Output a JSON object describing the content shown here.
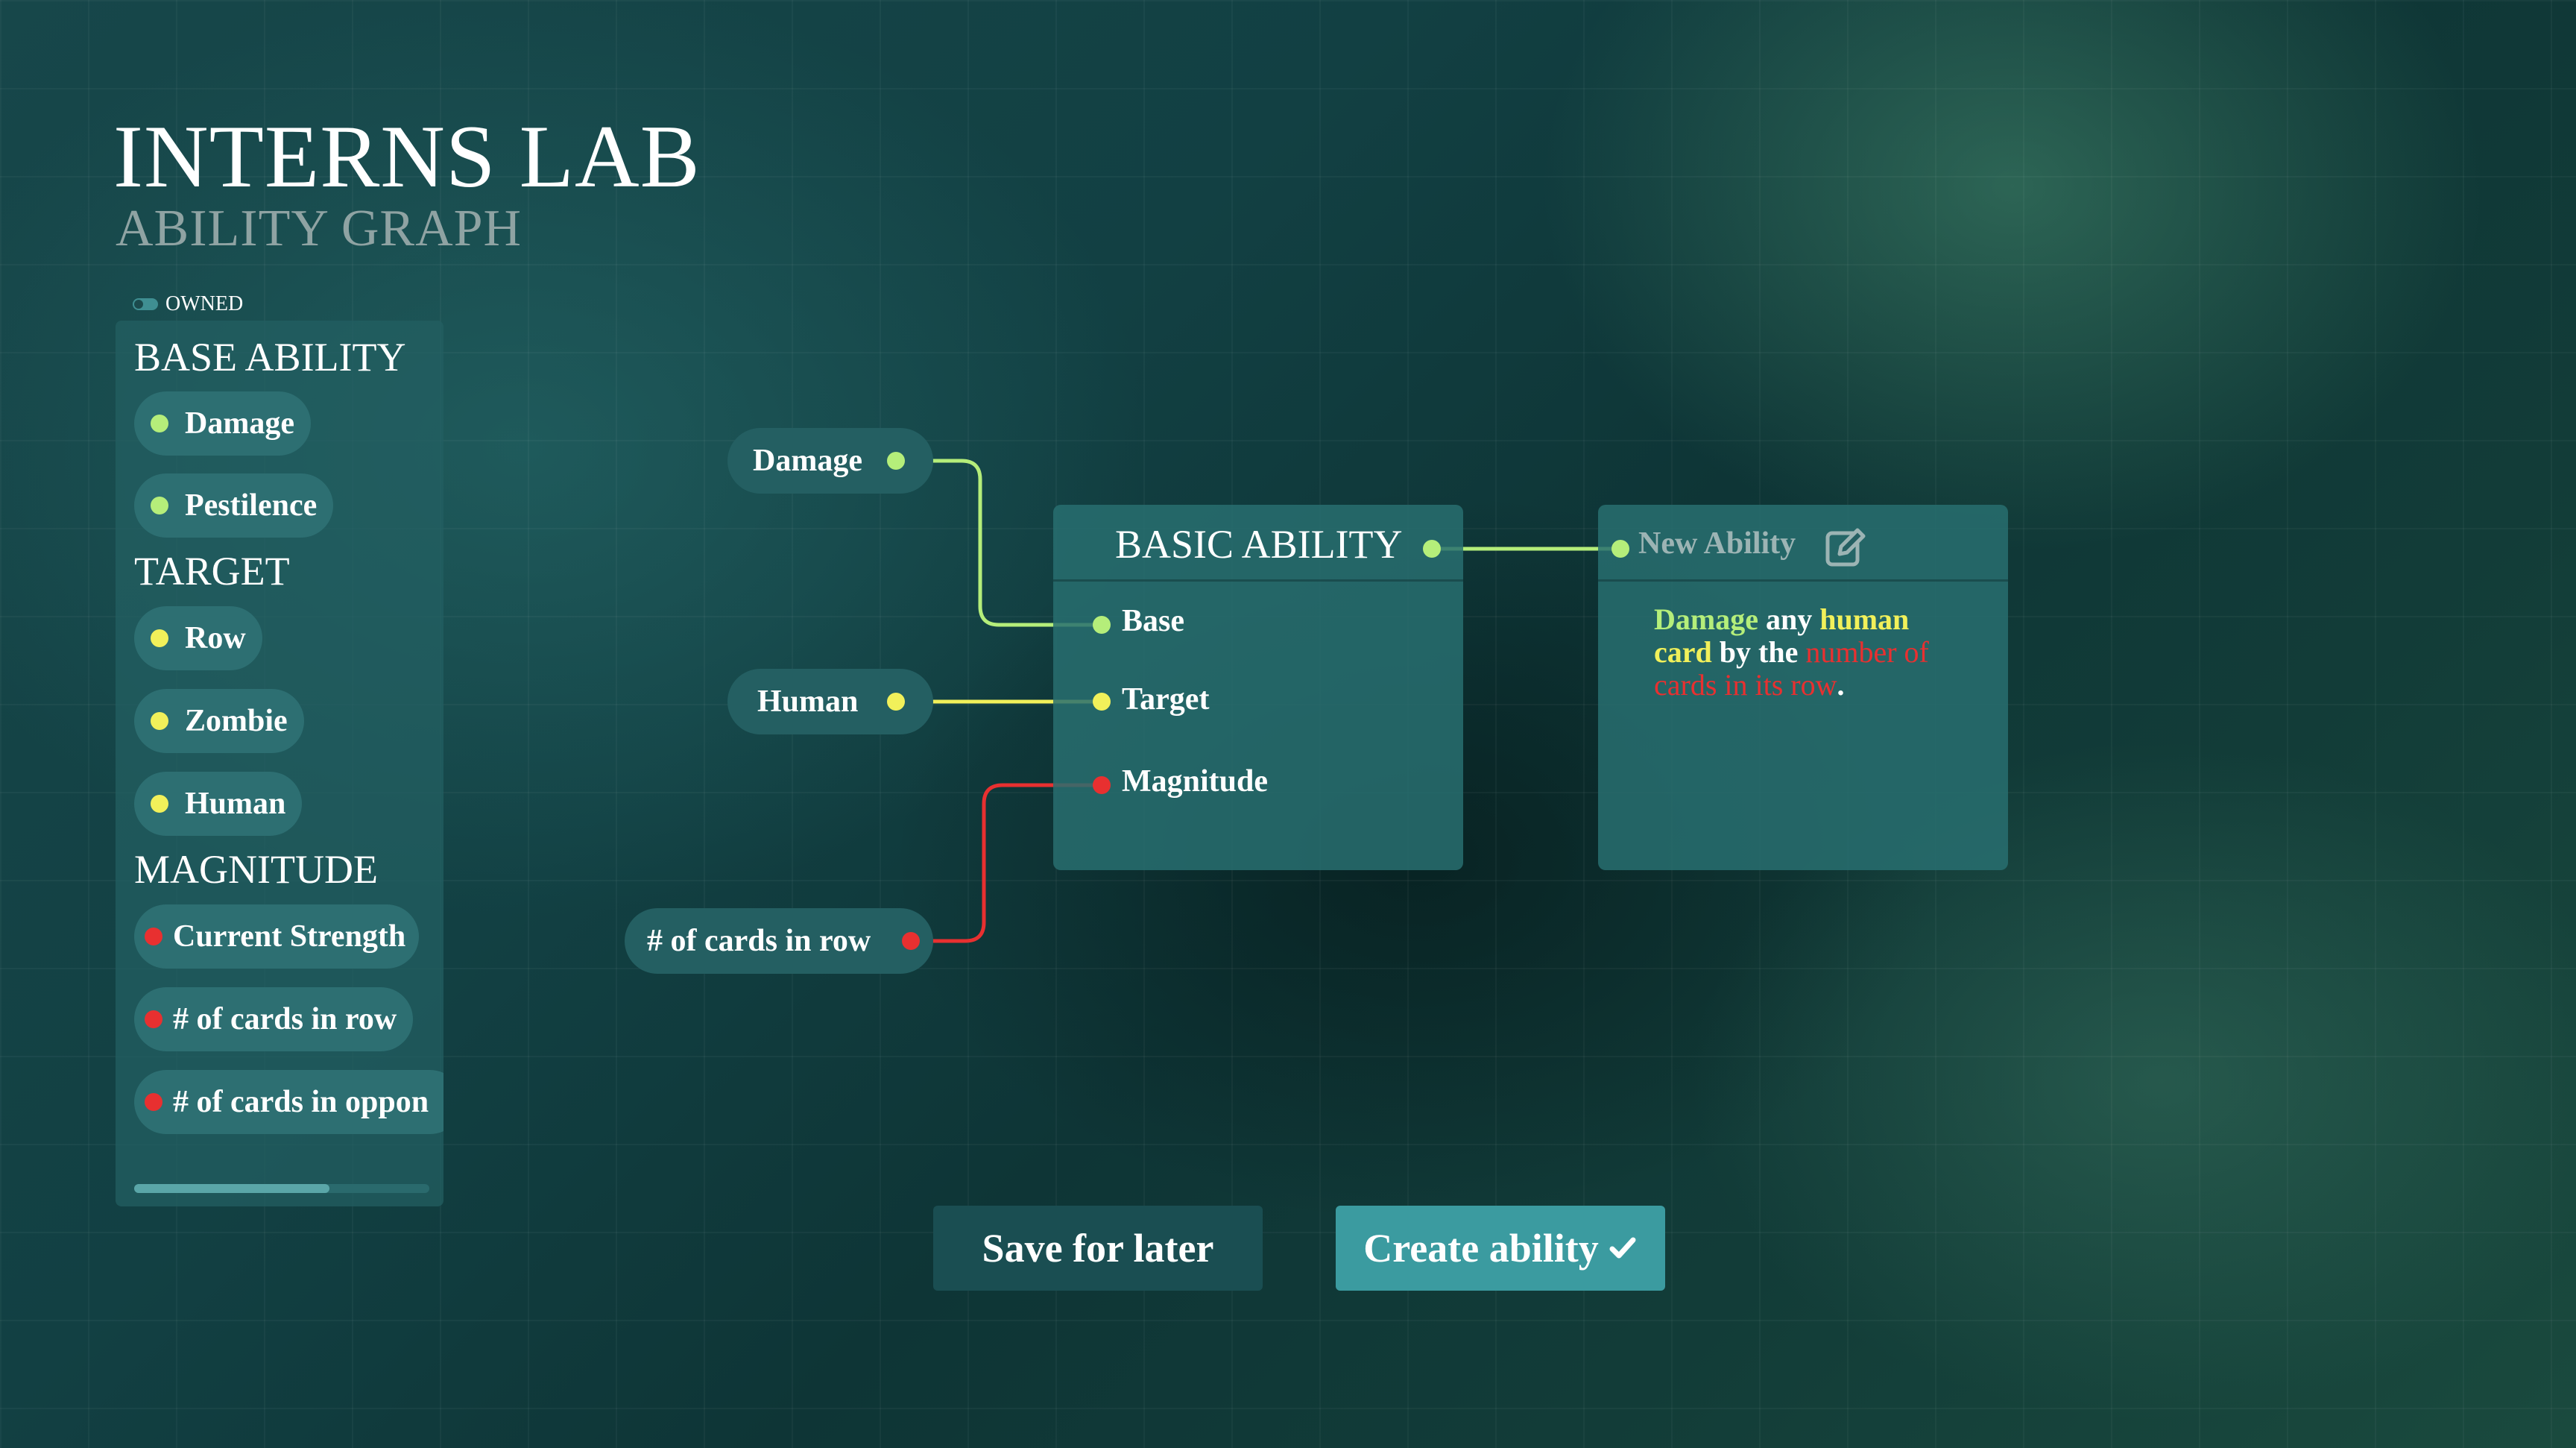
{
  "header": {
    "title": "INTERNS LAB",
    "subtitle": "ABILITY GRAPH"
  },
  "filter": {
    "owned_label": "OWNED",
    "owned_toggle_on": true
  },
  "palette": {
    "sections": [
      {
        "heading": "BASE ABILITY",
        "color": "#b5ee7a",
        "items": [
          "Damage",
          "Pestilence"
        ]
      },
      {
        "heading": "TARGET",
        "color": "#f1f05a",
        "items": [
          "Row",
          "Zombie",
          "Human"
        ]
      },
      {
        "heading": "MAGNITUDE",
        "color": "#e83030",
        "items": [
          "Current Strength",
          "# of cards in row",
          "# of cards in oppon"
        ]
      }
    ]
  },
  "graph": {
    "input_nodes": {
      "base": "Damage",
      "target": "Human",
      "magnitude": "# of cards in row"
    },
    "basic_ability": {
      "title": "BASIC ABILITY",
      "ports": {
        "base": "Base",
        "target": "Target",
        "magnitude": "Magnitude"
      }
    },
    "output": {
      "name": "New Ability",
      "edit_icon": "pencil-square-icon",
      "description": {
        "part1": "Damage",
        "part2": " any ",
        "part3": "human card",
        "part4": " by the ",
        "part5": "number of  cards in its row",
        "part6": "."
      }
    },
    "colors": {
      "base": "#b5ee7a",
      "target": "#f1f05a",
      "magnitude": "#e83030"
    }
  },
  "actions": {
    "save_label": "Save for later",
    "create_label": "Create ability",
    "create_icon": "check-icon"
  }
}
